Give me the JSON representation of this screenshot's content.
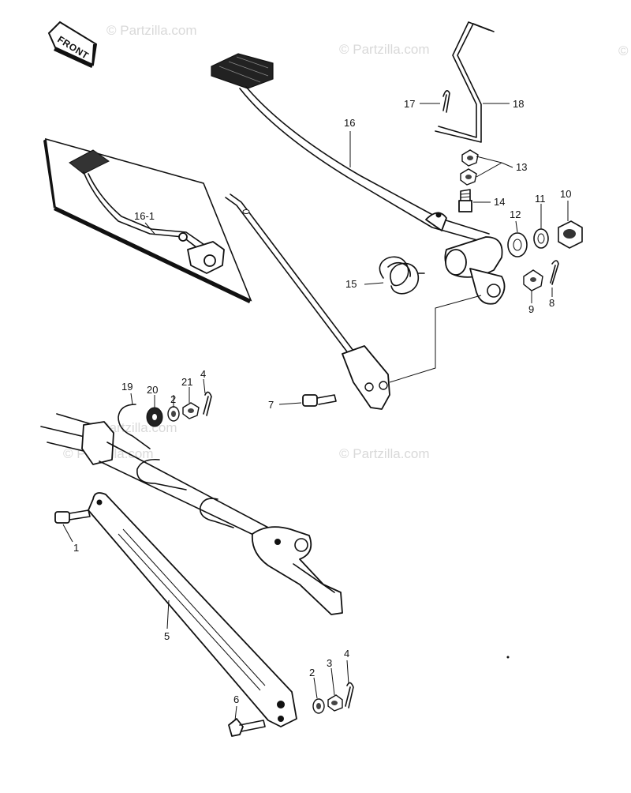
{
  "front_arrow": {
    "label": "FRONT"
  },
  "watermarks": [
    "© Partzilla.com",
    "© Partzilla.com",
    "© Partzilla.com",
    "© Partzilla.com",
    "© Partzilla.com",
    "©"
  ],
  "callouts": {
    "p1": "1",
    "p2a": "2",
    "p2b": "2",
    "p3": "3",
    "p4a": "4",
    "p4b": "4",
    "p5": "5",
    "p6": "6",
    "p7": "7",
    "p8": "8",
    "p9": "9",
    "p10": "10",
    "p11": "11",
    "p12": "12",
    "p13": "13",
    "p14": "14",
    "p15": "15",
    "p16": "16",
    "p16_1": "16-1",
    "p17": "17",
    "p18": "18",
    "p19": "19",
    "p20": "20",
    "p21": "21"
  }
}
